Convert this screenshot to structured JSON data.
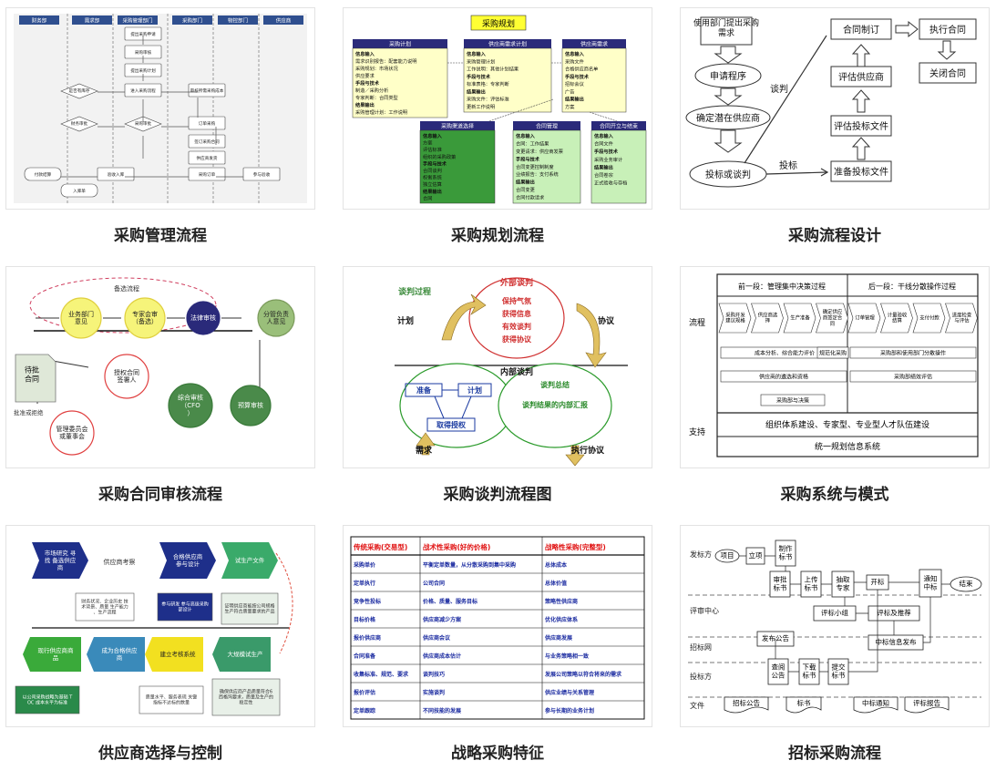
{
  "cards": [
    {
      "caption": "采购管理流程",
      "headers": [
        "财务部",
        "需求部",
        "采购管理部门",
        "采购部门",
        "物控部门",
        "供应商"
      ],
      "nodes": [
        "提出采购申请",
        "采购审核",
        "提出采购计划",
        "是否有库存",
        "进入采购流程",
        "审核所需采购成本",
        "采购审批",
        "财务审批",
        "订单采购",
        "签订采购合同",
        "供应商发货",
        "验收入库",
        "付款结算",
        "入库单",
        "参与验收",
        "采购订单"
      ]
    },
    {
      "caption": "采购规划流程",
      "title": "采购规划",
      "panels": [
        {
          "title": "采购计划",
          "lines": [
            "信息输入",
            "需求识别报告：配套能力说明",
            "采购规划：市场状况",
            "供应要求",
            "手段与技术",
            "制造／采购分析",
            "专家判断：合同类型",
            "结果输出",
            "采购管理计划：工作说明"
          ]
        },
        {
          "title": "供应商需求计划",
          "lines": [
            "信息输入",
            "采购管理计划",
            "工作说明：其他计划结果",
            "手段与技术",
            "标准表格：专家判断",
            "结果输出",
            "采购文件：评估标准",
            "更新工作说明"
          ]
        },
        {
          "title": "供应商需求",
          "lines": [
            "信息输入",
            "采购文件",
            "合格供应商名单",
            "手段与技术",
            "招标会议",
            "广告",
            "结果输出",
            "方案"
          ]
        },
        {
          "title": "采购渠道选择",
          "lines": [
            "信息输入",
            "方案",
            "评估标准",
            "组织的采购政策",
            "手段与技术",
            "合同谈判",
            "权衡系统",
            "独立估算",
            "结果输出",
            "合同"
          ]
        },
        {
          "title": "合同管理",
          "lines": [
            "信息输入",
            "合同：工作结果",
            "变更请求：供应商发票",
            "手段与技术",
            "合同变更控制制度",
            "业绩报告：支付系统",
            "结果输出",
            "合同变更",
            "合同付款请求"
          ]
        },
        {
          "title": "合同开立与结束",
          "lines": [
            "信息输入",
            "合同文件",
            "手段与技术",
            "采购业务审计",
            "结果输出",
            "合同卷宗",
            "正式验收与存档"
          ]
        }
      ]
    },
    {
      "caption": "采购流程设计",
      "boxes": [
        "使用部门提出采购需求",
        "申请程序",
        "确定潜在供应商",
        "投标或谈判",
        "合同制订",
        "执行合同",
        "关闭合同",
        "评估供应商",
        "评估投标文件",
        "准备投标文件"
      ],
      "labels": [
        "谈判",
        "投标"
      ]
    },
    {
      "caption": "采购合同审核流程",
      "nodes": [
        "业务部门意见",
        "专家会审（备选）",
        "法律审核",
        "分管负责人意见",
        "待批合同",
        "授权合同签署人",
        "综合审核（CFO）",
        "预算审核",
        "管理委员会或董事会"
      ],
      "labels": [
        "备选流程",
        "批准或拒绝"
      ]
    },
    {
      "caption": "采购谈判流程图",
      "labels": [
        "谈判过程",
        "外部谈判",
        "计划",
        "协议",
        "内部谈判",
        "需求",
        "执行协议"
      ],
      "outer_items": [
        "保持气氛",
        "获得信息",
        "有效谈判",
        "获得协议"
      ],
      "inner_items": [
        "准备",
        "计划",
        "取得授权",
        "谈判总结",
        "谈判结果的内部汇报"
      ]
    },
    {
      "caption": "采购系统与模式",
      "phase_labels": [
        "前一段：管理集中决策过程",
        "后一段：干线分散操作过程"
      ],
      "row_labels": [
        "流程",
        "支持"
      ],
      "steps": [
        "采购开发建议规格",
        "供应商选择",
        "生产准备",
        "确定供应商签定合同",
        "订单管理",
        "计量验收结算",
        "支付付款",
        "进度检查与评估"
      ],
      "bars": [
        "成本分析、综合能力评价",
        "规范化采购",
        "采购部和使用部门分散操作",
        "供应商的遴选和资格",
        "采购部绩效评估",
        "采购部与决策"
      ],
      "support": [
        "组织体系建设、专家型、专业型人才队伍建设",
        "统一规划信息系统"
      ]
    },
    {
      "caption": "供应商选择与控制",
      "top": [
        "市场研究 寻找 备选供应商",
        "供应商考察",
        "合格供应商 参与设计",
        "试生产文件"
      ],
      "top_notes": [
        "财务状况、企业历史 技术背景、质量 生产能力、生产流程",
        "参与研发 参与高级采购部设计",
        "证明供应商能按公司规格生产符合质量要求的产品"
      ],
      "bottom": [
        "现行供应商商品",
        "成为合格供应商",
        "建立考核系统",
        "大规模试生产"
      ],
      "bottom_notes": [
        "以公司采购战略为基础 TOC 成本水平为标准",
        "质量水平、服务表现 关键指标不达标的数量",
        "确保供应商产品质量符合6西格玛要求，质量及生产的稳定性"
      ]
    },
    {
      "caption": "战略采购特征",
      "headers": [
        "传统采购(交易型)",
        "战术性采购(好的价格)",
        "战略性采购(完整型)"
      ],
      "rows": [
        [
          "采购单价",
          "平衡定单数量，从分散采购到集中采购",
          "总体成本"
        ],
        [
          "定单执行",
          "公司合同",
          "总体价值"
        ],
        [
          "竞争性投标",
          "价格、质量、服务目标",
          "策略性供应商"
        ],
        [
          "目标价格",
          "供应商减少方案",
          "优化供应体系"
        ],
        [
          "报价供应商",
          "供应商会议",
          "供应商发展"
        ],
        [
          "合同准备",
          "供应商成本估计",
          "与业务策略相一致"
        ],
        [
          "收集标准、规范、要求",
          "谈判技巧",
          "发展公司策略以符合将来的需求"
        ],
        [
          "报价评估",
          "实施谈判",
          "供应业绩与关系管理"
        ],
        [
          "定单跟踪",
          "不同技能的发展",
          "参与长期的业务计划"
        ]
      ]
    },
    {
      "caption": "招标采购流程",
      "lanes": [
        "发标方",
        "评审中心",
        "招标网",
        "投标方",
        "文件"
      ],
      "boxes": [
        "项目",
        "立项",
        "制作标书",
        "审批标书",
        "上传标书",
        "抽取专家",
        "开标",
        "通知中标",
        "结束",
        "评标小组",
        "评标及推荐",
        "中标信息发布",
        "发布公告",
        "查阅公告",
        "下载标书",
        "提交标书"
      ],
      "docs": [
        "招标公告",
        "标书",
        "中标通知",
        "评标报告"
      ]
    }
  ]
}
